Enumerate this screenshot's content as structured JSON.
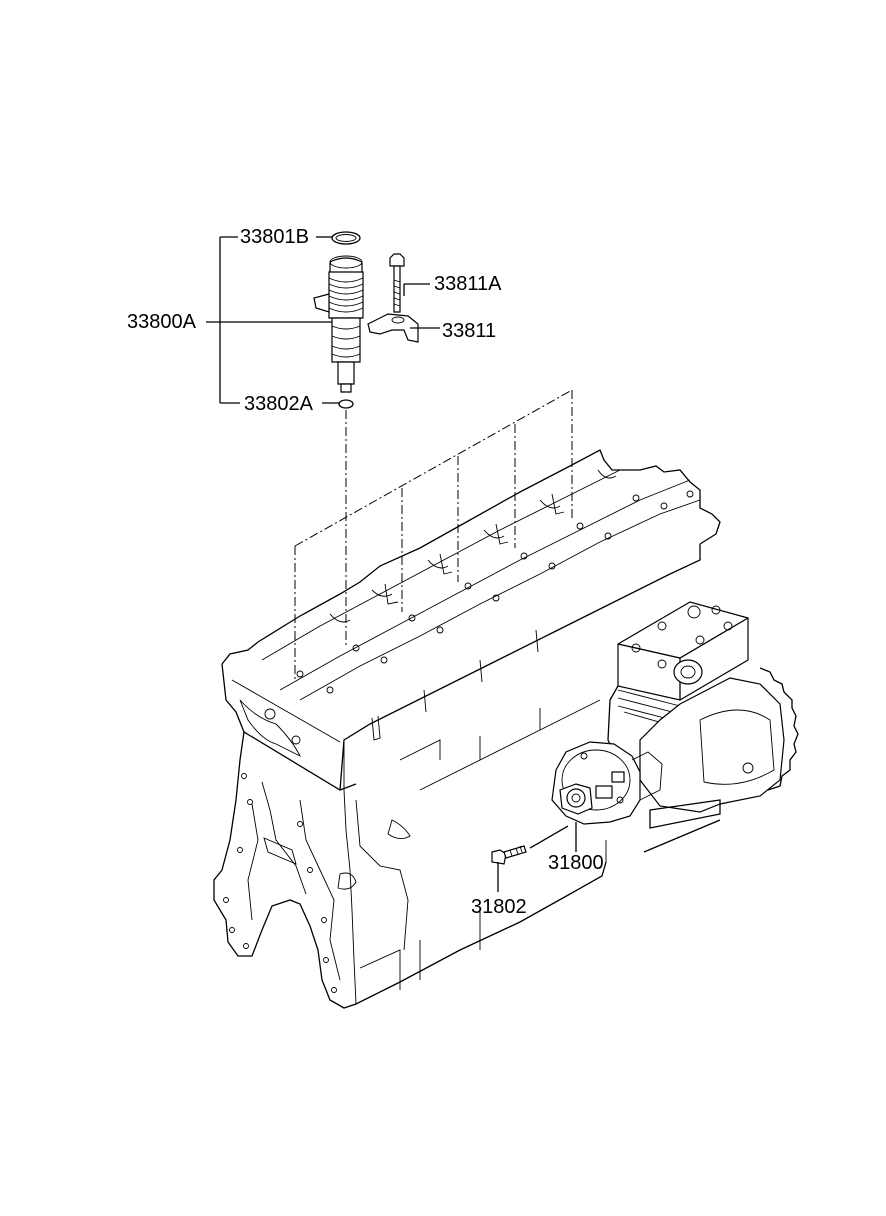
{
  "parts": {
    "p33801B": "33801B",
    "p33800A": "33800A",
    "p33811A": "33811A",
    "p33811": "33811",
    "p33802A": "33802A",
    "p31800": "31800",
    "p31802": "31802"
  }
}
